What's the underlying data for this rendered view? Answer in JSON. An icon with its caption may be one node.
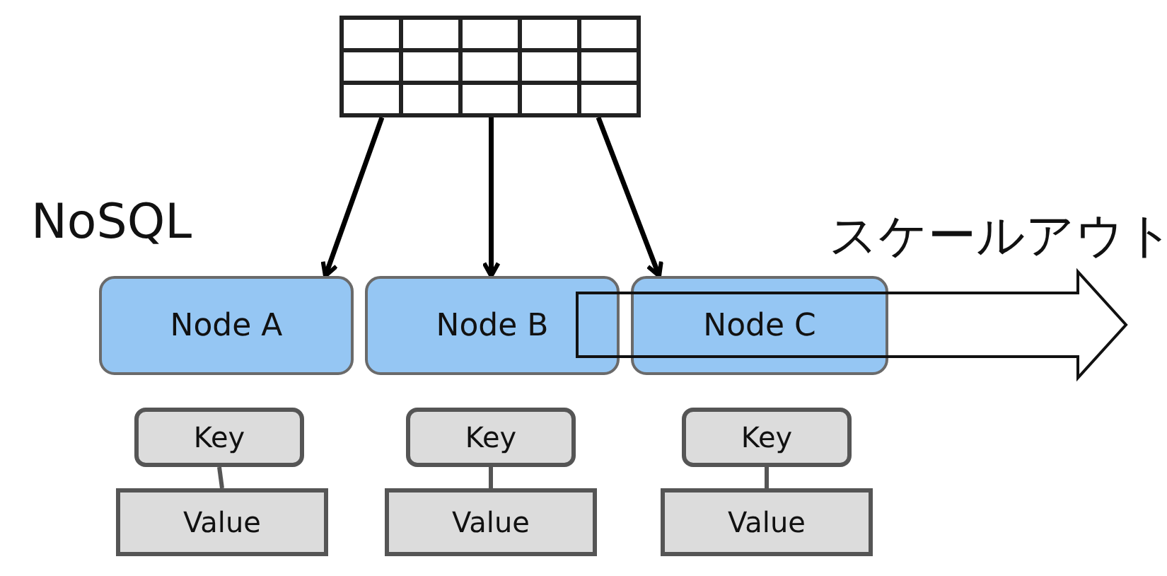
{
  "diagram": {
    "nodes": [
      {
        "text": [],
        "shape": "table"
      },
      {
        "text": [
          "Node A"
        ]
      },
      {
        "text": [
          "Node B"
        ]
      },
      {
        "text": [
          "Node C"
        ]
      },
      {
        "text": [
          "Key"
        ]
      },
      {
        "text": [
          "Key"
        ]
      },
      {
        "text": [
          "Key"
        ]
      },
      {
        "text": [
          "Value"
        ]
      },
      {
        "text": [
          "Value"
        ]
      },
      {
        "text": [
          "Value"
        ]
      }
    ],
    "edges": [
      {
        "from": 0,
        "to": 1,
        "arrow": "to"
      },
      {
        "from": 0,
        "to": 2,
        "arrow": "to"
      },
      {
        "from": 0,
        "to": 3,
        "arrow": "to"
      },
      {
        "from": 4,
        "to": 7,
        "arrow": "none"
      },
      {
        "from": 5,
        "to": 8,
        "arrow": "none"
      },
      {
        "from": 6,
        "to": 9,
        "arrow": "none"
      }
    ],
    "labels": [
      "NoSQL",
      "スケールアウト"
    ]
  }
}
